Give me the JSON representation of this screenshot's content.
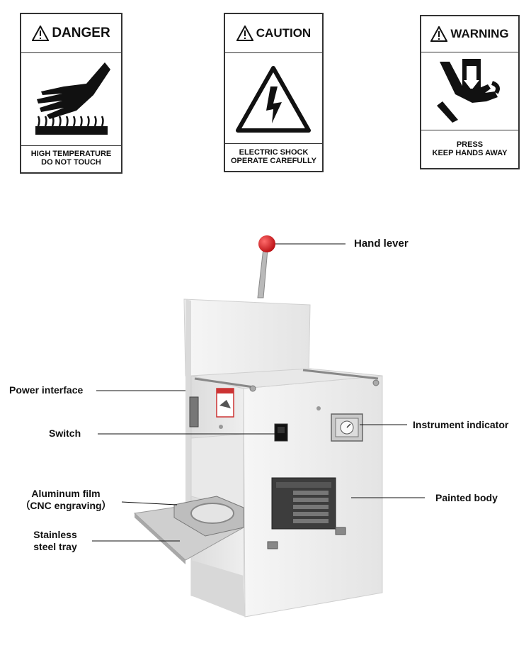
{
  "signs": [
    {
      "title": "DANGER",
      "line1": "HIGH TEMPERATURE",
      "line2": "DO NOT TOUCH",
      "icon": "hot-surface-hand-icon"
    },
    {
      "title": "CAUTION",
      "line1": "ELECTRIC SHOCK",
      "line2": "OPERATE CAREFULLY",
      "icon": "high-voltage-icon"
    },
    {
      "title": "WARNING",
      "line1": "PRESS",
      "line2": "KEEP HANDS AWAY",
      "icon": "crush-hand-icon"
    }
  ],
  "labels": {
    "hand_lever": "Hand lever",
    "power_interface": "Power interface",
    "switch": "Switch",
    "instrument_indicator": "Instrument indicator",
    "aluminum_film_1": "Aluminum film",
    "aluminum_film_2": "（CNC engraving）",
    "painted_body": "Painted body",
    "stainless_1": "Stainless",
    "stainless_2": "steel tray"
  },
  "colors": {
    "body": "#f2f2f2",
    "knob": "#d4151b",
    "sign_border": "#333333",
    "tray": "#c8c8c8",
    "plate": "#3d3d3d"
  }
}
